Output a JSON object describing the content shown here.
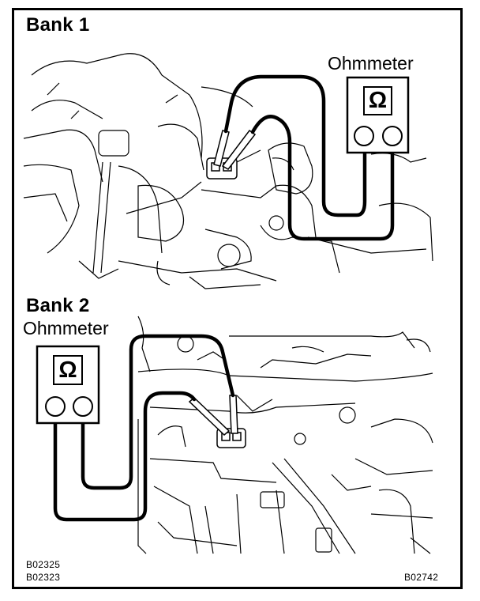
{
  "bank1": {
    "label": "Bank 1",
    "meter_label": "Ohmmeter",
    "meter_symbol": "Ω"
  },
  "bank2": {
    "label": "Bank 2",
    "meter_label": "Ohmmeter",
    "meter_symbol": "Ω"
  },
  "codes": {
    "left_top": "B02325",
    "left_bottom": "B02323",
    "right": "B02742"
  },
  "icons": {
    "meter_symbol": "ohm-symbol"
  }
}
